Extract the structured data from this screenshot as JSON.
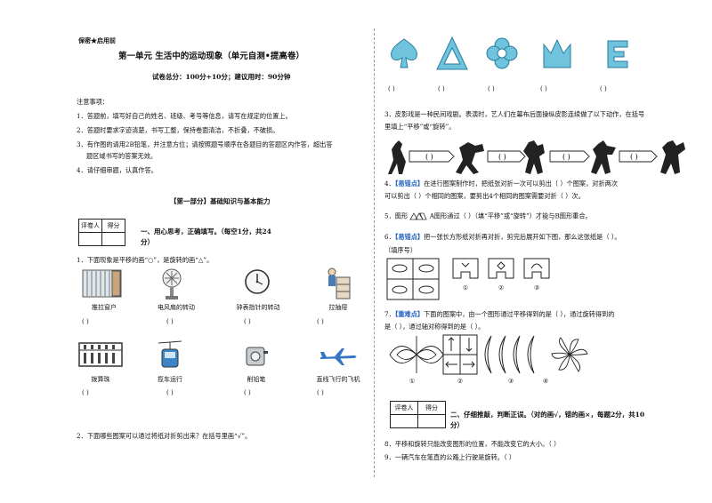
{
  "header": {
    "secret": "保密★启用前"
  },
  "title": "第一单元 生活中的运动现象（单元自测•提高卷）",
  "subtitle": "试卷总分：100分+10分；建议用时：90分钟",
  "notes": {
    "heading": "注意事项：",
    "items": [
      "1．答题前，填写好自己的姓名、班级、考号等信息，请写在规定的位置上。",
      "2．答题时要求字迹清楚，书写工整，保持卷面清洁，不折叠，不破损。",
      "3．有作图的请用2B铅笔，并注意方位；请按照题号顺序在各题目的答题区内作答，超出答",
      "题区域书写的答案无效。",
      "4．请仔细审题，认真作答。"
    ]
  },
  "part1": {
    "title": "【第一部分】基础知识与基本能力"
  },
  "score_table": {
    "grader": "评卷人",
    "score": "得分"
  },
  "section1": {
    "title": "一、用心思考，正确填写。（每空1分，共24",
    "title2": "分）"
  },
  "q1": {
    "text": "1．下面现象是平移的画“○”，是旋转的画“△”。",
    "row1": [
      "推拉窗户",
      "电风扇的转动",
      "钟表指针的转动",
      "拉抽屉"
    ],
    "row2": [
      "拨算珠",
      "揽车运行",
      "削铅笔",
      "直线飞行的飞机"
    ],
    "paren": "(          )"
  },
  "q2": {
    "text": "2．下面哪些图案可以通过将纸对折剪出来？在括号里画“√”。"
  },
  "q2_cont": {
    "paren": "(          )"
  },
  "q3": {
    "text": "3．皮影戏是一种民间戏剧。表演时，艺人们在幕布后面操纵皮影连续做了以下动作，在括号",
    "text2": "里填上“平移”或“旋转”。"
  },
  "q4": {
    "tag": "【易错点】",
    "text": "在进行图案制作时，把纸张对折一次可以剪出（         ）个图案，对折两次",
    "text2": "可以剪出（         ）个相同的图案，要剪出4个相同的图案需要对折（         ）次。"
  },
  "q5": {
    "text": "5．图形",
    "text_a": "A图形通过（         ）（填“平移”或“旋转”）才能与B图形重合。"
  },
  "q6": {
    "tag": "【易错点】",
    "text": "把一张长方形纸对折再对折，剪完后展开如下图，那么这张纸是（         ）。",
    "text2": "（填序号）",
    "labels": [
      "①",
      "②",
      "③"
    ]
  },
  "q7": {
    "tag": "【重难点】",
    "text": "下面的图案中，由一个图形通过平移得到的是（         ），通过旋转得到的",
    "text2": "是（         ），通过轴对称得到的是（         ）。",
    "labels": [
      "①",
      "②",
      "③",
      "④"
    ]
  },
  "section2": {
    "title": "二、仔细推敲，判断正误。（对的画√，错的画×，每题2分，共10",
    "title2": "分）"
  },
  "q8": {
    "text": "8．平移和旋转只能改变图形的位置，不能改变它的大小。（         ）"
  },
  "q9": {
    "text": "9．一辆汽车在笔直的公路上行驶是旋转。（         ）"
  },
  "colors": {
    "accent": "#1f5fbf",
    "shape_fill": "#6fc3dc",
    "shape_stroke": "#2a7ea0"
  }
}
